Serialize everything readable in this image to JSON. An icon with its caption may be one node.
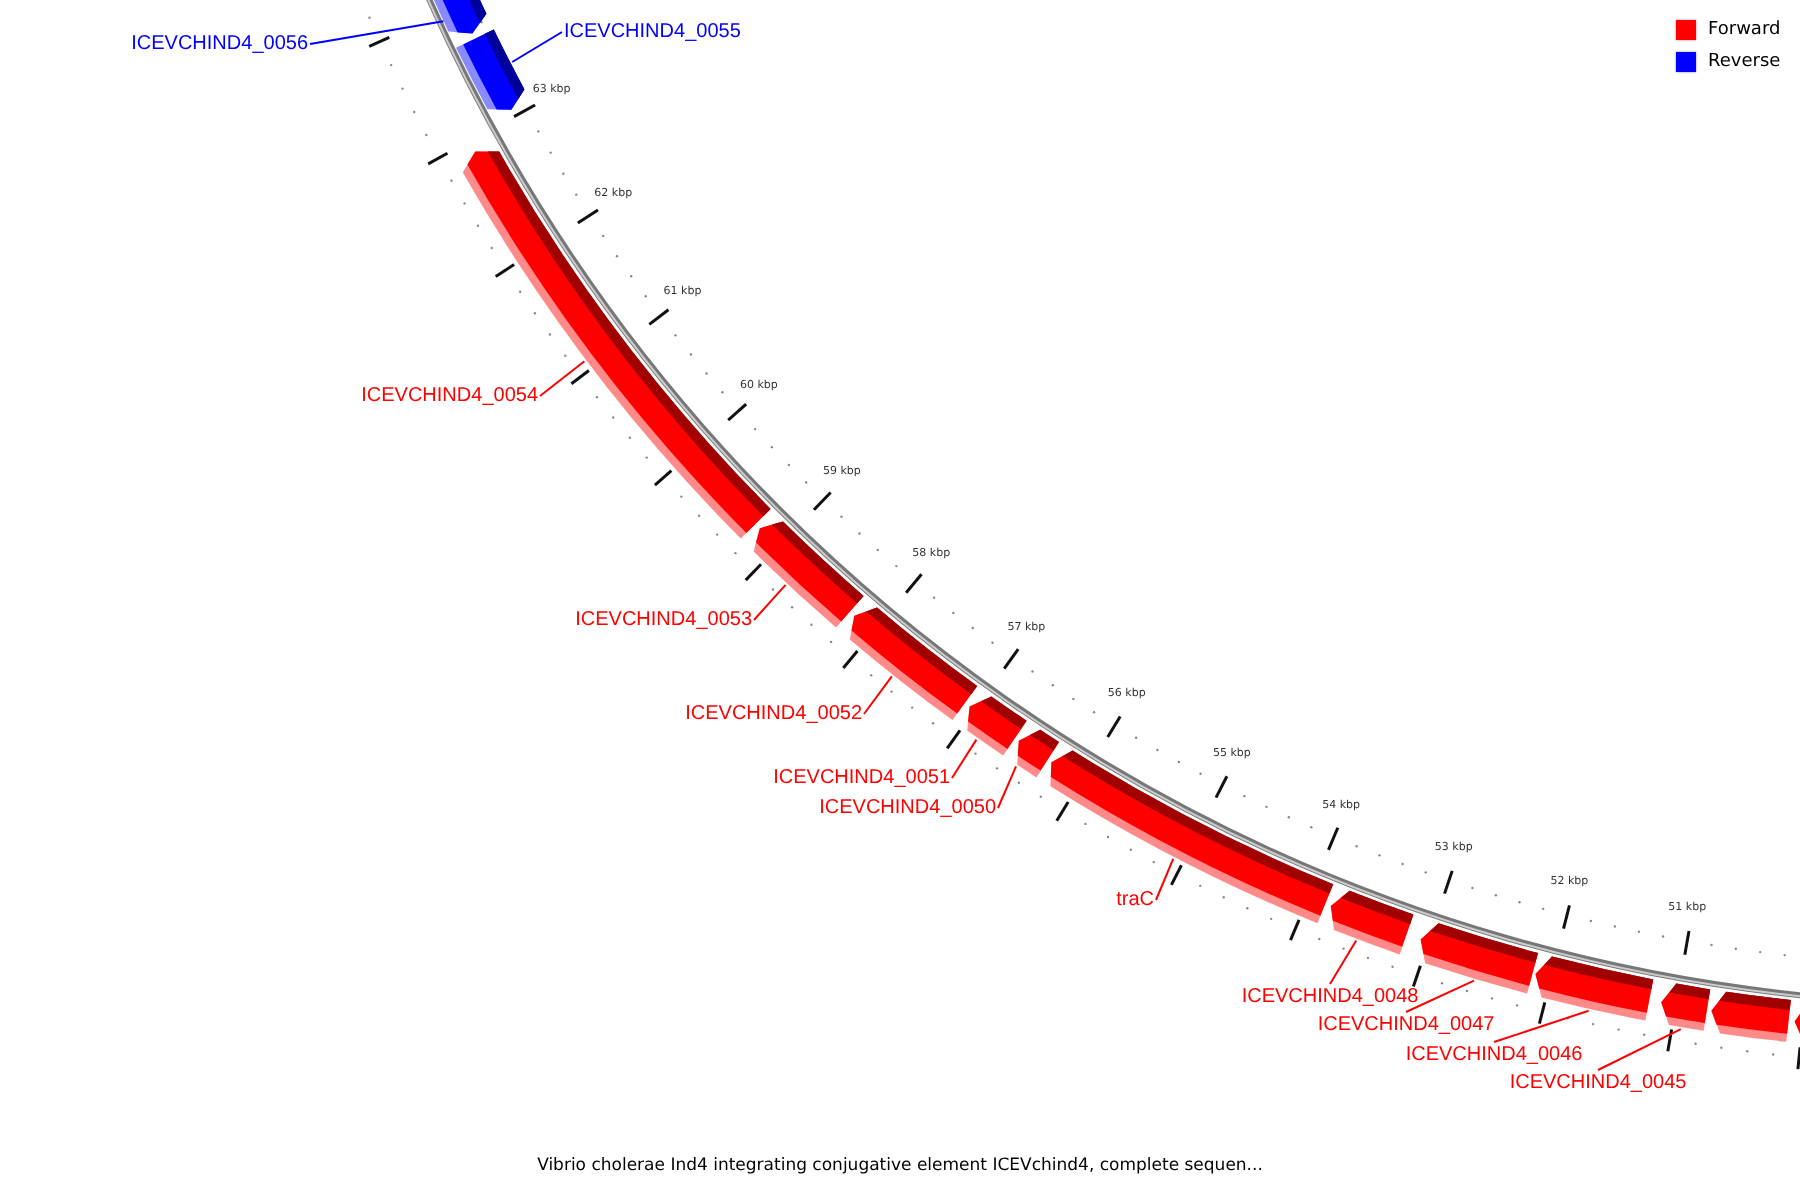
{
  "diagram": {
    "caption": "Vibrio cholerae Ind4 integrating conjugative element ICEVchind4, complete sequen...",
    "nodes": [
      {
        "text": [],
        "shape": "bar"
      },
      {
        "text": [],
        "shape": "bar"
      },
      {
        "text": [],
        "shape": "bar"
      },
      {
        "text": [],
        "shape": "bar"
      },
      {
        "text": [],
        "shape": "bar"
      },
      {
        "text": [],
        "shape": "bar"
      },
      {
        "text": [],
        "shape": "bar"
      },
      {
        "text": [],
        "shape": "bar"
      },
      {
        "text": [],
        "shape": "bar"
      },
      {
        "text": [],
        "shape": "bar"
      },
      {
        "text": [],
        "shape": "bar"
      },
      {
        "text": [],
        "shape": "bar"
      },
      {
        "text": [],
        "shape": "bar"
      },
      {
        "text": [],
        "shape": "bar"
      },
      {
        "text": [
          "ICEVCHIND4_0056"
        ]
      },
      {
        "text": [
          "ICEVCHIND4_0055"
        ]
      },
      {
        "text": [
          "ICEVCHIND4_0054"
        ]
      },
      {
        "text": [
          "ICEVCHIND4_0053"
        ]
      },
      {
        "text": [
          "ICEVCHIND4_0052"
        ]
      },
      {
        "text": [
          "ICEVCHIND4_0051"
        ]
      },
      {
        "text": [
          "ICEVCHIND4_0050"
        ]
      },
      {
        "text": [
          "traC"
        ]
      },
      {
        "text": [
          "ICEVCHIND4_0048"
        ]
      },
      {
        "text": [
          "ICEVCHIND4_0047"
        ]
      },
      {
        "text": [
          "ICEVCHIND4_0046"
        ]
      },
      {
        "text": [
          "ICEVCHIND4_0045"
        ]
      }
    ],
    "edges": [
      {
        "from": 14,
        "to": 0,
        "arrow": "none",
        "color": "#0000ff"
      },
      {
        "from": 15,
        "to": 1,
        "arrow": "none",
        "color": "#0000ff"
      },
      {
        "from": 16,
        "to": 2,
        "arrow": "none"
      },
      {
        "from": 17,
        "to": 3,
        "arrow": "none"
      },
      {
        "from": 18,
        "to": 4,
        "arrow": "none"
      },
      {
        "from": 19,
        "to": 5,
        "arrow": "none"
      },
      {
        "from": 20,
        "to": 6,
        "arrow": "none"
      },
      {
        "from": 21,
        "to": 7,
        "arrow": "none"
      },
      {
        "from": 22,
        "to": 8,
        "arrow": "none"
      },
      {
        "from": 23,
        "to": 9,
        "arrow": "none"
      },
      {
        "from": 24,
        "to": 10,
        "arrow": "none"
      },
      {
        "from": 25,
        "to": 11,
        "arrow": "none"
      }
    ],
    "labels": [
      "63 kbp",
      "62 kbp",
      "61 kbp",
      "60 kbp",
      "59 kbp",
      "58 kbp",
      "57 kbp",
      "56 kbp",
      "55 kbp",
      "54 kbp",
      "53 kbp",
      "52 kbp",
      "51 kbp"
    ],
    "legend": [
      {
        "text": "Forward",
        "color": "#ff0000"
      },
      {
        "text": "Reverse",
        "color": "#0000ff"
      }
    ]
  }
}
